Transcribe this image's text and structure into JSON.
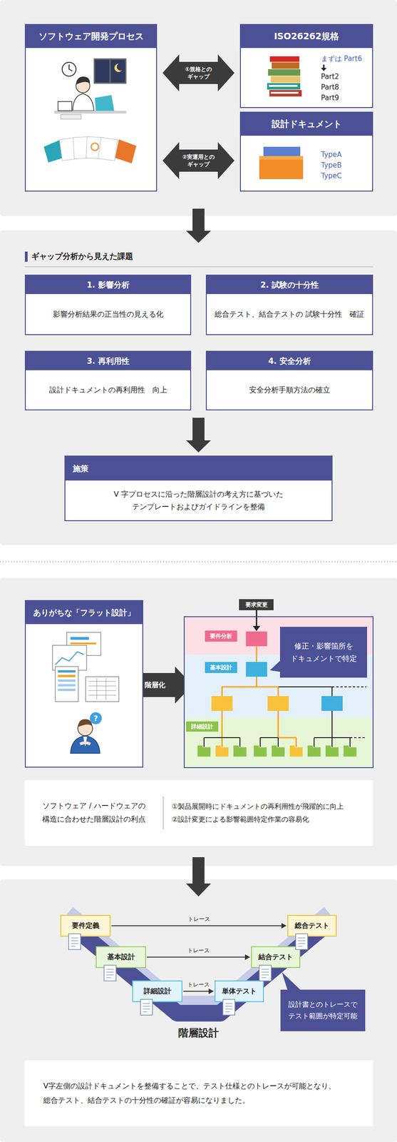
{
  "diagram": {
    "nodes": [
      {
        "text": [
          "ソフトウェア開発プロセス"
        ]
      },
      {
        "text": [
          "ISO26262規格",
          "まずは Part6",
          "Part2",
          "Part8",
          "Part9"
        ]
      },
      {
        "text": [
          "設計ドキュメント",
          "TypeA",
          "TypeB",
          "TypeC"
        ]
      },
      {
        "text": [
          "1. 影響分析",
          "影響分析結果の正当性の見える化"
        ]
      },
      {
        "text": [
          "2. 試験の十分性",
          "総合テスト、結合テストの 試験十分性　確証"
        ]
      },
      {
        "text": [
          "3. 再利用性",
          "設計ドキュメントの再利用性　向上"
        ]
      },
      {
        "text": [
          "4. 安全分析",
          "安全分析手順方法の確立"
        ]
      },
      {
        "text": [
          "施策",
          "V 字プロセスに沿った階層設計の考え方に基づいた テンプレートおよびガイドラインを整備"
        ]
      },
      {
        "text": [
          "ありがちな「フラット設計」"
        ]
      },
      {
        "text": [
          "要求変更"
        ]
      },
      {
        "text": [
          "要件分析"
        ]
      },
      {
        "text": [
          "基本設計"
        ]
      },
      {
        "text": [
          "詳細設計"
        ]
      },
      {
        "text": [
          "修正・影響箇所を ドキュメントで特定"
        ]
      },
      {
        "text": [
          "ソフトウェア / ハードウェアの 構造に合わせた階層設計の利点",
          "①製品展開時にドキュメントの再利用性が飛躍的に向上",
          "②設計変更による影響範囲特定作業の容易化"
        ]
      },
      {
        "text": [
          "要件定義"
        ]
      },
      {
        "text": [
          "総合テスト"
        ]
      },
      {
        "text": [
          "基本設計"
        ]
      },
      {
        "text": [
          "結合テスト"
        ]
      },
      {
        "text": [
          "詳細設計"
        ]
      },
      {
        "text": [
          "単体テスト"
        ]
      },
      {
        "text": [
          "設計書とのトレースで テスト範囲が特定可能"
        ]
      },
      {
        "text": [
          "V字左側の設計ドキュメントを整備することで、テスト仕様とのトレースが可能となり、 総合テスト、結合テストの十分性の確証が容易になりました。"
        ]
      }
    ],
    "edges": [
      {
        "from": 0,
        "to": 1,
        "label": "①規格との ギャップ",
        "arrow": "both"
      },
      {
        "from": 0,
        "to": 2,
        "label": "②実運用との ギャップ",
        "arrow": "both"
      },
      {
        "from": 15,
        "to": 16,
        "label": "トレース",
        "arrow": "to"
      },
      {
        "from": 17,
        "to": 18,
        "label": "トレース",
        "arrow": "to"
      },
      {
        "from": 19,
        "to": 20,
        "label": "トレース",
        "arrow": "to"
      }
    ],
    "labels": [
      "ギャップ分析から見えた課題",
      "階層化",
      "?",
      "階層設計"
    ]
  }
}
